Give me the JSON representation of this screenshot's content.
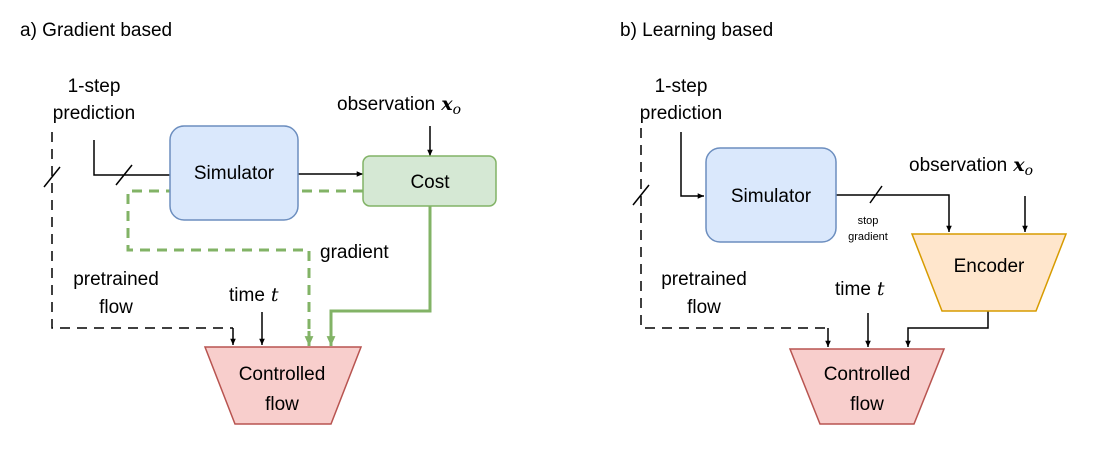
{
  "colors": {
    "simulator_fill": "#dae8fc",
    "simulator_stroke": "#6c8ebf",
    "cost_fill": "#d5e8d4",
    "cost_stroke": "#82b366",
    "gradient_green": "#82b366",
    "controlled_fill": "#f8cecc",
    "controlled_stroke": "#b85450",
    "encoder_fill": "#ffe6cc",
    "encoder_stroke": "#d79b00"
  },
  "panel_a": {
    "title": "a) Gradient based",
    "prediction_line1": "1-step",
    "prediction_line2": "prediction",
    "simulator": "Simulator",
    "cost": "Cost",
    "observation": "observation",
    "obs_symbol": "x",
    "obs_sub": "o",
    "gradient": "gradient",
    "pretrained_line1": "pretrained",
    "pretrained_line2": "flow",
    "time": "time",
    "time_symbol": "t",
    "controlled_line1": "Controlled",
    "controlled_line2": "flow"
  },
  "panel_b": {
    "title": "b) Learning based",
    "prediction_line1": "1-step",
    "prediction_line2": "prediction",
    "simulator": "Simulator",
    "observation": "observation",
    "obs_symbol": "x",
    "obs_sub": "o",
    "stop_line1": "stop",
    "stop_line2": "gradient",
    "encoder": "Encoder",
    "pretrained_line1": "pretrained",
    "pretrained_line2": "flow",
    "time": "time",
    "time_symbol": "t",
    "controlled_line1": "Controlled",
    "controlled_line2": "flow"
  }
}
